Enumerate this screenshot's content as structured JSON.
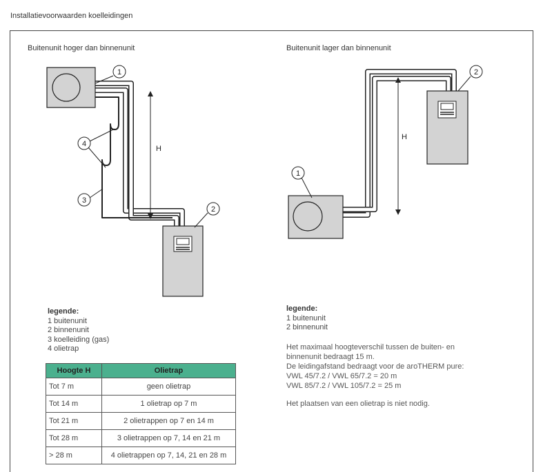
{
  "page_title": "Installatievoorwaarden koelleidingen",
  "left_panel": {
    "title": "Buitenunit hoger dan binnenunit",
    "callouts": [
      "1",
      "2",
      "4",
      "3"
    ],
    "height_label": "H",
    "legend_title": "legende:",
    "legend_items": [
      "1  buitenunit",
      "2  binnenunit",
      "3  koelleiding (gas)",
      "4  olietrap"
    ]
  },
  "table": {
    "headers": [
      "Hoogte H",
      "Olietrap"
    ],
    "rows": [
      [
        "Tot 7 m",
        "geen olietrap"
      ],
      [
        "Tot 14 m",
        "1 olietrap op 7 m"
      ],
      [
        "Tot 21 m",
        "2 olietrappen op 7 en 14 m"
      ],
      [
        "Tot 28 m",
        "3 olietrappen op 7, 14 en 21 m"
      ],
      [
        "> 28 m",
        "4 olietrappen op 7, 14, 21 en 28 m"
      ]
    ]
  },
  "right_panel": {
    "title": "Buitenunit lager dan binnenunit",
    "callouts": [
      "2",
      "1"
    ],
    "height_label": "H",
    "legend_title": "legende:",
    "legend_items": [
      "1  buitenunit",
      "2  binnenunit"
    ],
    "info_lines": [
      "Het maximaal hoogteverschil tussen de buiten- en",
      "binnenunit bedraagt 15 m.",
      "De leidingafstand bedraagt voor de aroTHERM pure:",
      "VWL 45/7.2 / VWL 65/7.2 = 20 m",
      "VWL 85/7.2 / VWL 105/7.2 = 25 m"
    ],
    "note": "Het plaatsen van een olietrap is niet nodig."
  },
  "colors": {
    "unit_fill": "#d3d3d3",
    "header_green": "#4bb08e"
  }
}
